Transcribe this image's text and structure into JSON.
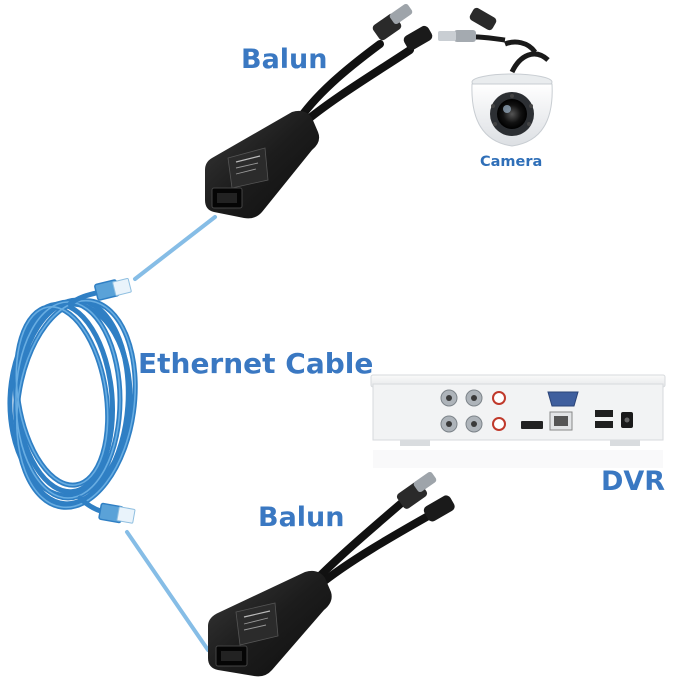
{
  "labels": {
    "balun_top": "Balun",
    "balun_bottom": "Balun",
    "ethernet_cable": "Ethernet Cable",
    "dvr": "DVR",
    "camera": "Camera"
  },
  "colors": {
    "label_blue": "#3a78c2",
    "cable_blue": "#3d8fd0",
    "link_line": "#86bde6",
    "balun_body": "#1e1e1e",
    "dvr_body": "#f4f5f6"
  },
  "devices": [
    {
      "name": "balun-top",
      "icon": "balun-adapter"
    },
    {
      "name": "balun-bottom",
      "icon": "balun-adapter"
    },
    {
      "name": "camera",
      "icon": "dome-camera"
    },
    {
      "name": "dvr",
      "icon": "dvr-recorder"
    },
    {
      "name": "ethernet-cable",
      "icon": "coiled-cable"
    }
  ]
}
